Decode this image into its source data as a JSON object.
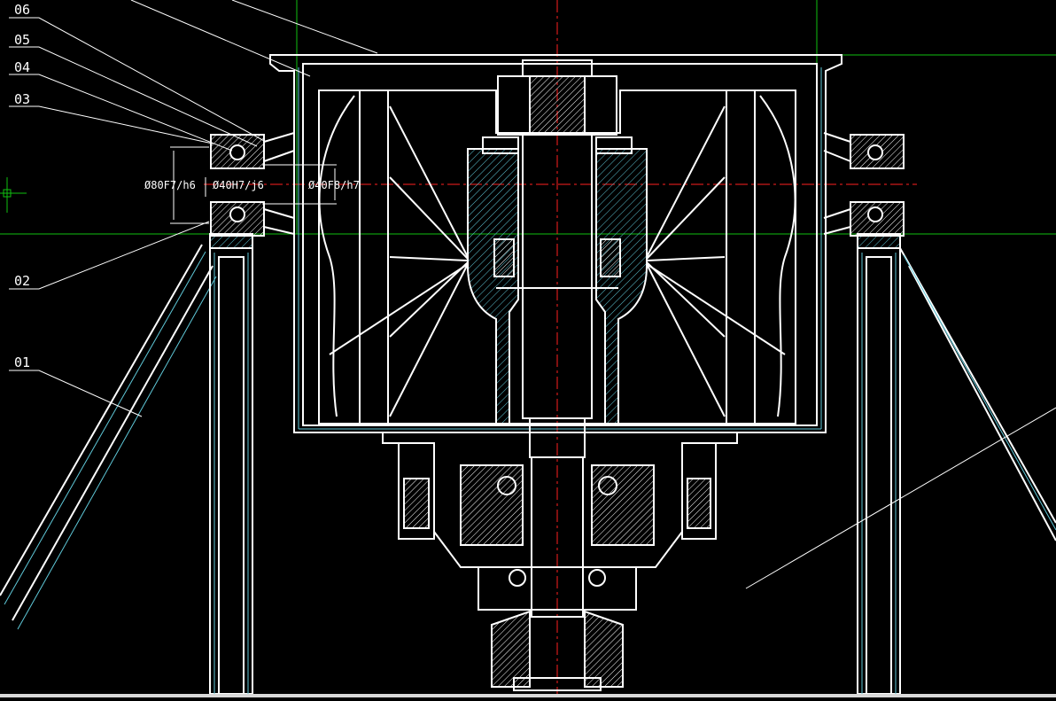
{
  "drawing": {
    "part_labels": [
      "06",
      "05",
      "04",
      "03",
      "02",
      "01"
    ],
    "fit_annotations": [
      "Ø80F7/h6",
      "Ø40H7/j6",
      "Ø40F8/h7"
    ]
  },
  "colors": {
    "background": "#000000",
    "outline": "#ffffff",
    "hatch": "#5fc8d8",
    "centerline": "#ff2020",
    "guide": "#10c010"
  }
}
